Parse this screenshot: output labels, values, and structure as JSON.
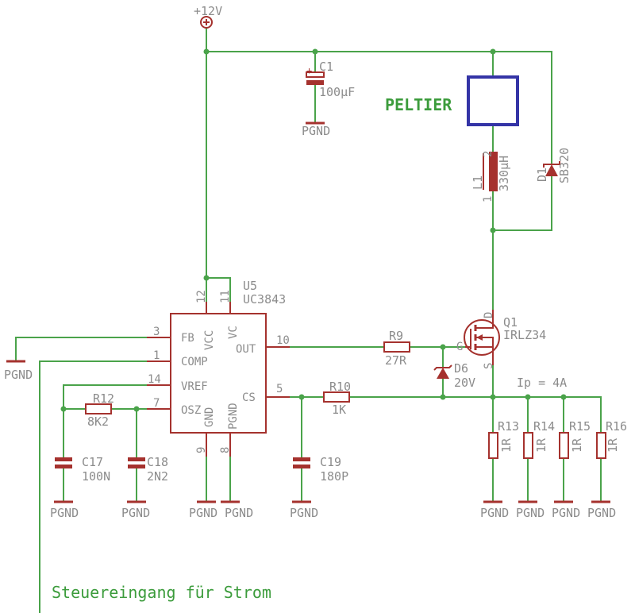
{
  "colors": {
    "background": "#ffffff",
    "wire": "#4aa34a",
    "component": "#a5322e",
    "label": "#8c8c8c",
    "note": "#3c9c3c",
    "peltier": "#3434a6"
  },
  "nets": {
    "supply": "+12V",
    "ground": "PGND"
  },
  "notes": {
    "peltier": "PELTIER",
    "control_input": "Steuereingang für Strom",
    "current": "Ip = 4A"
  },
  "parts": {
    "u5": {
      "name": "U5",
      "value": "UC3843",
      "pins": {
        "fb": {
          "name": "FB",
          "number": "3"
        },
        "vcc": {
          "name": "VCC",
          "number": "12"
        },
        "vc": {
          "name": "VC",
          "number": "11"
        },
        "out": {
          "name": "OUT",
          "number": "10"
        },
        "comp": {
          "name": "COMP",
          "number": "1"
        },
        "vref": {
          "name": "VREF",
          "number": "14"
        },
        "cs": {
          "name": "CS",
          "number": "5"
        },
        "osz": {
          "name": "OSZ",
          "number": "7"
        },
        "gnd": {
          "name": "GND",
          "number": "9"
        },
        "pgnd": {
          "name": "PGND",
          "number": "8"
        }
      }
    },
    "c1": {
      "name": "C1",
      "value": "100µF",
      "polarity": "+"
    },
    "l1": {
      "name": "L1",
      "value": "330µH",
      "pins": [
        "1",
        "2"
      ]
    },
    "d1": {
      "name": "D1",
      "value": "SB320"
    },
    "q1": {
      "name": "Q1",
      "value": "IRLZ34",
      "pins": {
        "drain": "D",
        "source": "S",
        "gate": "G"
      }
    },
    "r9": {
      "name": "R9",
      "value": "27R"
    },
    "d6": {
      "name": "D6",
      "value": "20V"
    },
    "r10": {
      "name": "R10",
      "value": "1K"
    },
    "r12": {
      "name": "R12",
      "value": "8K2"
    },
    "c17": {
      "name": "C17",
      "value": "100N"
    },
    "c18": {
      "name": "C18",
      "value": "2N2"
    },
    "c19": {
      "name": "C19",
      "value": "180P"
    },
    "r13": {
      "name": "R13",
      "value": "1R"
    },
    "r14": {
      "name": "R14",
      "value": "1R"
    },
    "r15": {
      "name": "R15",
      "value": "1R"
    },
    "r16": {
      "name": "R16",
      "value": "1R"
    }
  }
}
